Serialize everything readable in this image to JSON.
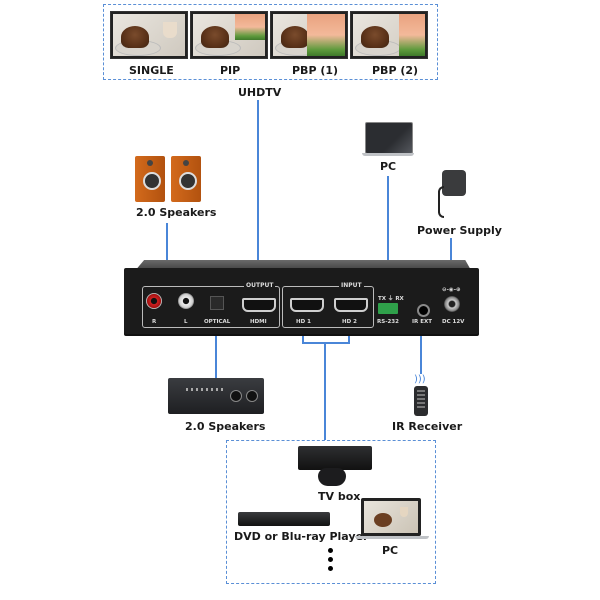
{
  "uhdtv": {
    "label": "UHDTV",
    "modes": [
      {
        "label": "SINGLE"
      },
      {
        "label": "PIP"
      },
      {
        "label": "PBP (1)"
      },
      {
        "label": "PBP (2)"
      }
    ]
  },
  "peripherals": {
    "speakers_top": "2.0 Speakers",
    "pc_top": "PC",
    "power_supply": "Power Supply",
    "amplifier": "2.0 Speakers",
    "ir_receiver": "IR Receiver"
  },
  "device": {
    "output_group": "OUTPUT",
    "input_group": "INPUT",
    "ports": {
      "r": "R",
      "l": "L",
      "optical": "OPTICAL",
      "hdmi_out": "HDMI",
      "hd1": "HD 1",
      "hd2": "HD 2",
      "txrx": "TX ⏚ RX",
      "rs232": "RS-232",
      "irext": "IR EXT",
      "dc": "DC 12V",
      "polarity": "⊖-◉-⊕"
    }
  },
  "sources": {
    "tv_box": "TV box",
    "dvd": "DVD or Blu-ray Player",
    "pc": "PC",
    "more": "⋮"
  },
  "colors": {
    "connector_line": "#4a86d8",
    "dash_border": "#5a8fd6"
  }
}
